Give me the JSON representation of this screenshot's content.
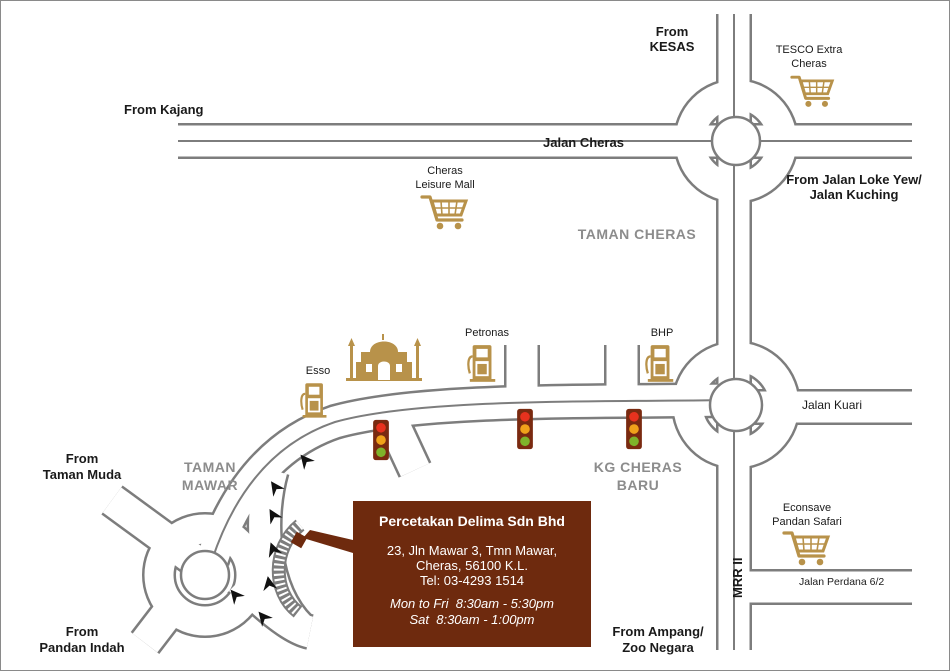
{
  "roads": {
    "jalan_cheras": "Jalan Cheras",
    "jalan_kuari": "Jalan Kuari",
    "jalan_perdana": "Jalan Perdana 6/2",
    "mrr2": "MRR II"
  },
  "directions": {
    "kesas": [
      "From",
      "KESAS"
    ],
    "kajang": "From Kajang",
    "loke_yew": [
      "From Jalan Loke Yew/",
      "Jalan Kuching"
    ],
    "taman_muda": [
      "From",
      "Taman Muda"
    ],
    "pandan_indah": [
      "From",
      "Pandan Indah"
    ],
    "ampang": [
      "From Ampang/",
      "Zoo Negara"
    ]
  },
  "areas": {
    "taman_cheras": "TAMAN CHERAS",
    "taman_mawar": [
      "TAMAN",
      "MAWAR"
    ],
    "kg_cheras_baru": [
      "KG CHERAS",
      "BARU"
    ]
  },
  "landmarks": {
    "tesco": [
      "TESCO Extra",
      "Cheras"
    ],
    "cheras_leisure": [
      "Cheras",
      "Leisure Mall"
    ],
    "econsave": [
      "Econsave",
      "Pandan Safari"
    ],
    "esso": "Esso",
    "petronas": "Petronas",
    "bhp": "BHP"
  },
  "icons": {
    "shopping": "shopping-cart-icon",
    "fuel": "fuel-pump-icon",
    "mosque": "mosque-icon",
    "traffic_light": "traffic-light-icon",
    "direction": "direction-arrow-icon"
  },
  "colors": {
    "road_edge": "#7d7d7d",
    "icon_gold": "#b8924a",
    "info_box": "#6e2a0e",
    "area_text": "#8c8c8c"
  },
  "company": {
    "name": "Percetakan Delima Sdn Bhd",
    "address": [
      "23, Jln Mawar 3, Tmn Mawar,",
      "Cheras, 56100 K.L."
    ],
    "tel": "Tel: 03-4293 1514",
    "hours": [
      "Mon to Fri  8:30am - 5:30pm",
      "Sat  8:30am - 1:00pm"
    ]
  }
}
